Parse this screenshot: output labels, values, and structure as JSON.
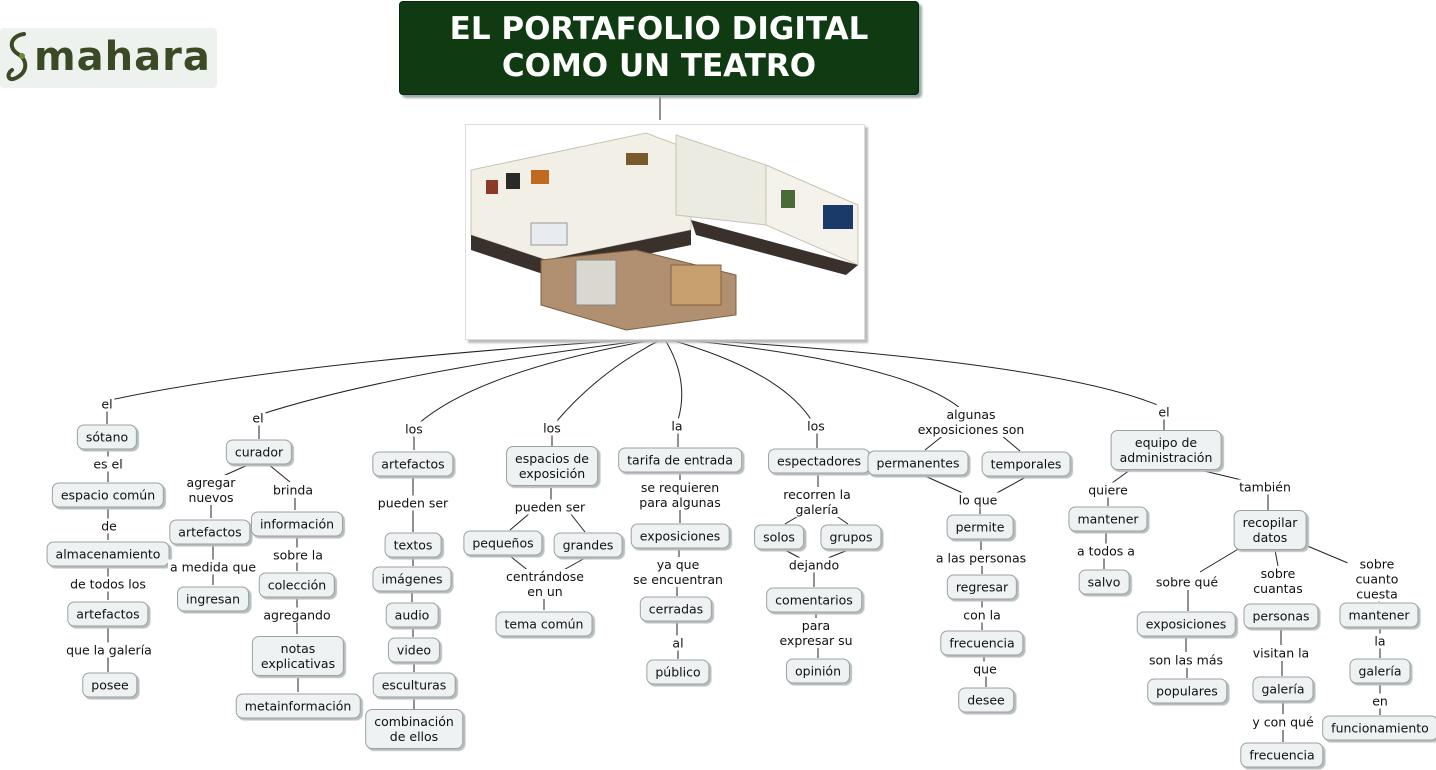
{
  "title": {
    "line1": "EL PORTAFOLIO DIGITAL",
    "line2": "COMO UN TEATRO"
  },
  "logo": {
    "wordmark": "mahara",
    "icon": "mahara-spiral-icon",
    "color": "#3a4a24"
  },
  "illustration": {
    "subject": "museum-cutaway-illustration"
  },
  "colors": {
    "title_bg": "#0f3a12",
    "node_bg": "#eef2f2",
    "node_border": "#9aa3a3",
    "line": "#222222"
  },
  "branches": {
    "sotano": {
      "link": "el",
      "head": "sótano",
      "l1": "es el",
      "n1": "espacio común",
      "l2": "de",
      "n2": "almacenamiento",
      "l3": "de todos los",
      "n3": "artefactos",
      "l4": "que la galería",
      "n4": "posee"
    },
    "curador": {
      "link": "el",
      "head": "curador",
      "l_agregar": "agregar\nnuevos",
      "n_artefactos": "artefactos",
      "l_medida": "a medida que",
      "n_ingresan": "ingresan",
      "l_brinda": "brinda",
      "n_informacion": "información",
      "l_sobre": "sobre la",
      "n_coleccion": "colección",
      "l_agregando": "agregando",
      "n_notas": "notas\nexplicativas",
      "n_meta": "metainformación"
    },
    "artefactos": {
      "link": "los",
      "head": "artefactos",
      "l1": "pueden ser",
      "items": [
        "textos",
        "imágenes",
        "audio",
        "video",
        "esculturas",
        "combinación\nde ellos"
      ]
    },
    "espacios": {
      "link": "los",
      "head": "espacios de\nexposición",
      "l1": "pueden ser",
      "n_pequenos": "pequeños",
      "n_grandes": "grandes",
      "l2": "centrándose\nen un",
      "n_tema": "tema común"
    },
    "tarifa": {
      "link": "la",
      "head": "tarifa de entrada",
      "l1": "se requieren\npara algunas",
      "n1": "exposiciones",
      "l2": "ya que\nse encuentran",
      "n2": "cerradas",
      "l3": "al",
      "n3": "público"
    },
    "espectadores": {
      "link": "los",
      "head": "espectadores",
      "l1": "recorren la\ngalería",
      "n_solos": "solos",
      "n_grupos": "grupos",
      "l2": "dejando",
      "n2": "comentarios",
      "l3": "para\nexpresar su",
      "n3": "opinión"
    },
    "exposiciones": {
      "link": "algunas\nexposiciones son",
      "n_perm": "permanentes",
      "n_temp": "temporales",
      "l1": "lo que",
      "n1": "permite",
      "l2": "a las personas",
      "n2": "regresar",
      "l3": "con la",
      "n3": "frecuencia",
      "l4": "que",
      "n4": "desee"
    },
    "equipo": {
      "link": "el",
      "head": "equipo de\nadministración",
      "l_quiere": "quiere",
      "n_mantener": "mantener",
      "l_todos": "a todos a",
      "n_salvo": "salvo",
      "l_tambien": "también",
      "n_recopilar": "recopilar\ndatos",
      "l_sobreque": "sobre qué",
      "n_expos": "exposiciones",
      "l_son": "son las más",
      "n_populares": "populares",
      "l_sobrecuantas": "sobre\ncuantas",
      "n_personas": "personas",
      "l_visitan": "visitan la",
      "n_galeria": "galería",
      "l_ycon": "y con qué",
      "n_frecuencia": "frecuencia",
      "l_sobrecuesta": "sobre\ncuanto cuesta",
      "n_mantener2": "mantener",
      "l_la": "la",
      "n_galeria2": "galería",
      "l_en": "en",
      "n_funcionamiento": "funcionamiento"
    }
  }
}
